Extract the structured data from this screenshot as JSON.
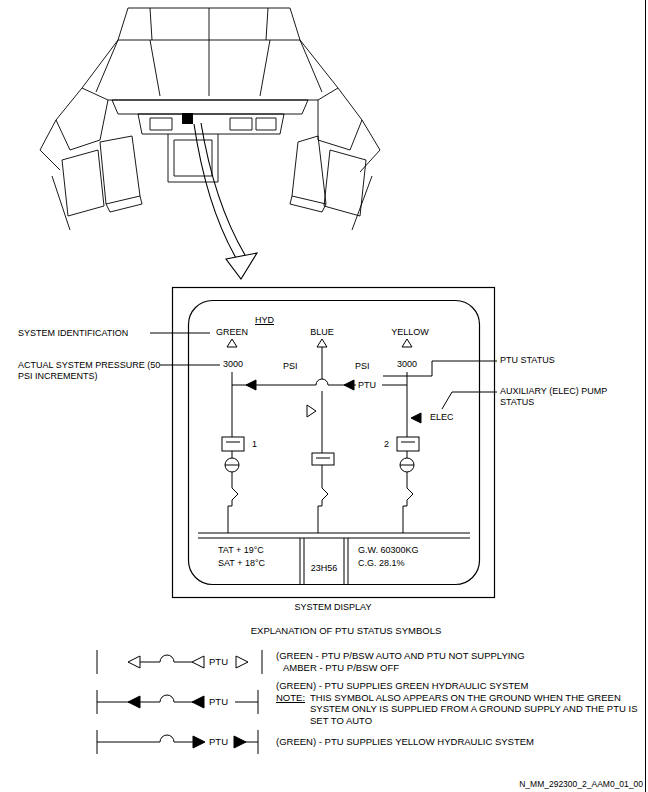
{
  "diagram": {
    "labels": [
      "SYSTEM IDENTIFICATION",
      "HYD",
      "GREEN",
      "BLUE",
      "YELLOW",
      "ACTUAL SYSTEM PRESSURE (50 PSI INCREMENTS)",
      "3000",
      "PSI",
      "PSI",
      "3000",
      "PTU STATUS",
      "PTU",
      "AUXILIARY (ELEC) PUMP STATUS",
      "ELEC",
      "1",
      "2",
      "TAT + 19°C",
      "SAT + 18°C",
      "23H56",
      "G.W. 60300KG",
      "C.G. 28.1%",
      "SYSTEM DISPLAY",
      "EXPLANATION OF PTU STATUS SYMBOLS",
      "PTU",
      "(GREEN - PTU P/BSW AUTO AND PTU NOT SUPPLYING",
      "AMBER - PTU P/BSW OFF",
      "PTU",
      "(GREEN) - PTU SUPPLIES GREEN HYDRAULIC SYSTEM",
      "NOTE:",
      "THIS SYMBOL ALSO APPEARS ON THE GROUND WHEN THE GREEN SYSTEM ONLY IS SUPPLIED FROM A GROUND SUPPLY AND THE PTU IS SET TO AUTO",
      "PTU",
      "(GREEN) - PTU SUPPLIES YELLOW HYDRAULIC SYSTEM",
      "N_MM_292300_2_AAM0_01_00"
    ]
  }
}
